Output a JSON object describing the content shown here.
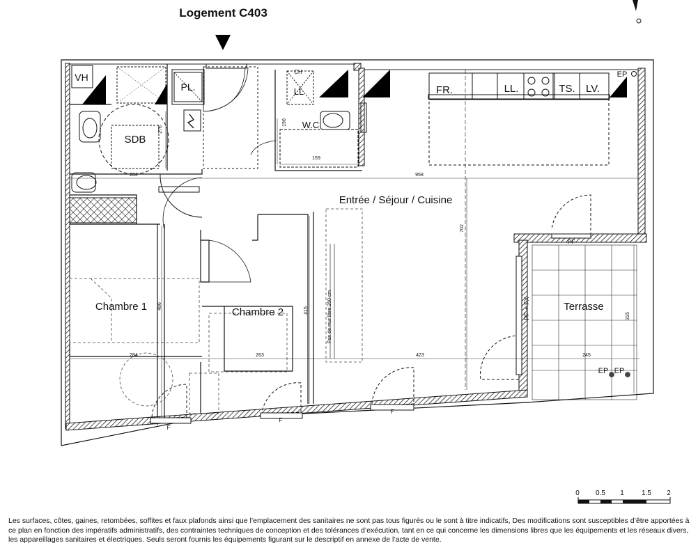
{
  "title": "Logement C403",
  "rooms": {
    "vh": "VH",
    "pl": "PL.",
    "ch": "CH",
    "ll_wc": "LL",
    "wc": "W.C",
    "sdb": "SDB",
    "fr": "FR.",
    "ll_kitchen": "LL.",
    "ts": "TS.",
    "lv": "LV.",
    "ep_top": "EP",
    "sejour": "Entrée / Séjour / Cuisine",
    "chambre1": "Chambre 1",
    "chambre2": "Chambre 2",
    "terrasse": "Terrasse",
    "pf_top": "PF",
    "pf_fx": "PF + FX",
    "ep1": "EP",
    "ep2": "EP",
    "pan_mur": "Pan de mur libre 250 cm",
    "f1": "F",
    "f2": "F",
    "f3": "F"
  },
  "dimensions": {
    "d_196": "196",
    "d_159": "159",
    "d_276": "276",
    "d_284_top": "284",
    "d_958": "958",
    "d_702": "702",
    "d_486": "486",
    "d_415": "415",
    "d_284_bottom": "284",
    "d_263": "263",
    "d_423": "423",
    "d_245": "245",
    "d_315": "315"
  },
  "scale": {
    "labels": [
      "0",
      "0.5",
      "1",
      "1.5",
      "2"
    ]
  },
  "disclaimer": "Les surfaces, côtes, gaines, retombées, soffites et faux plafonds ainsi que l’emplacement des sanitaires ne sont pas tous figurés ou le sont à titre indicatifs, Des modifications sont susceptibles d’être apportées à ce plan en fonction des impératifs administratifs, des contraintes techniques de conception et des tolérances d’exécution, tant en ce qui concerne les dimensions libres que les équipements et les réseaux divers, les appareillages sanitaires et électriques. Seuls seront fournis les équipements figurant sur le descriptif en annexe de l’acte de vente."
}
